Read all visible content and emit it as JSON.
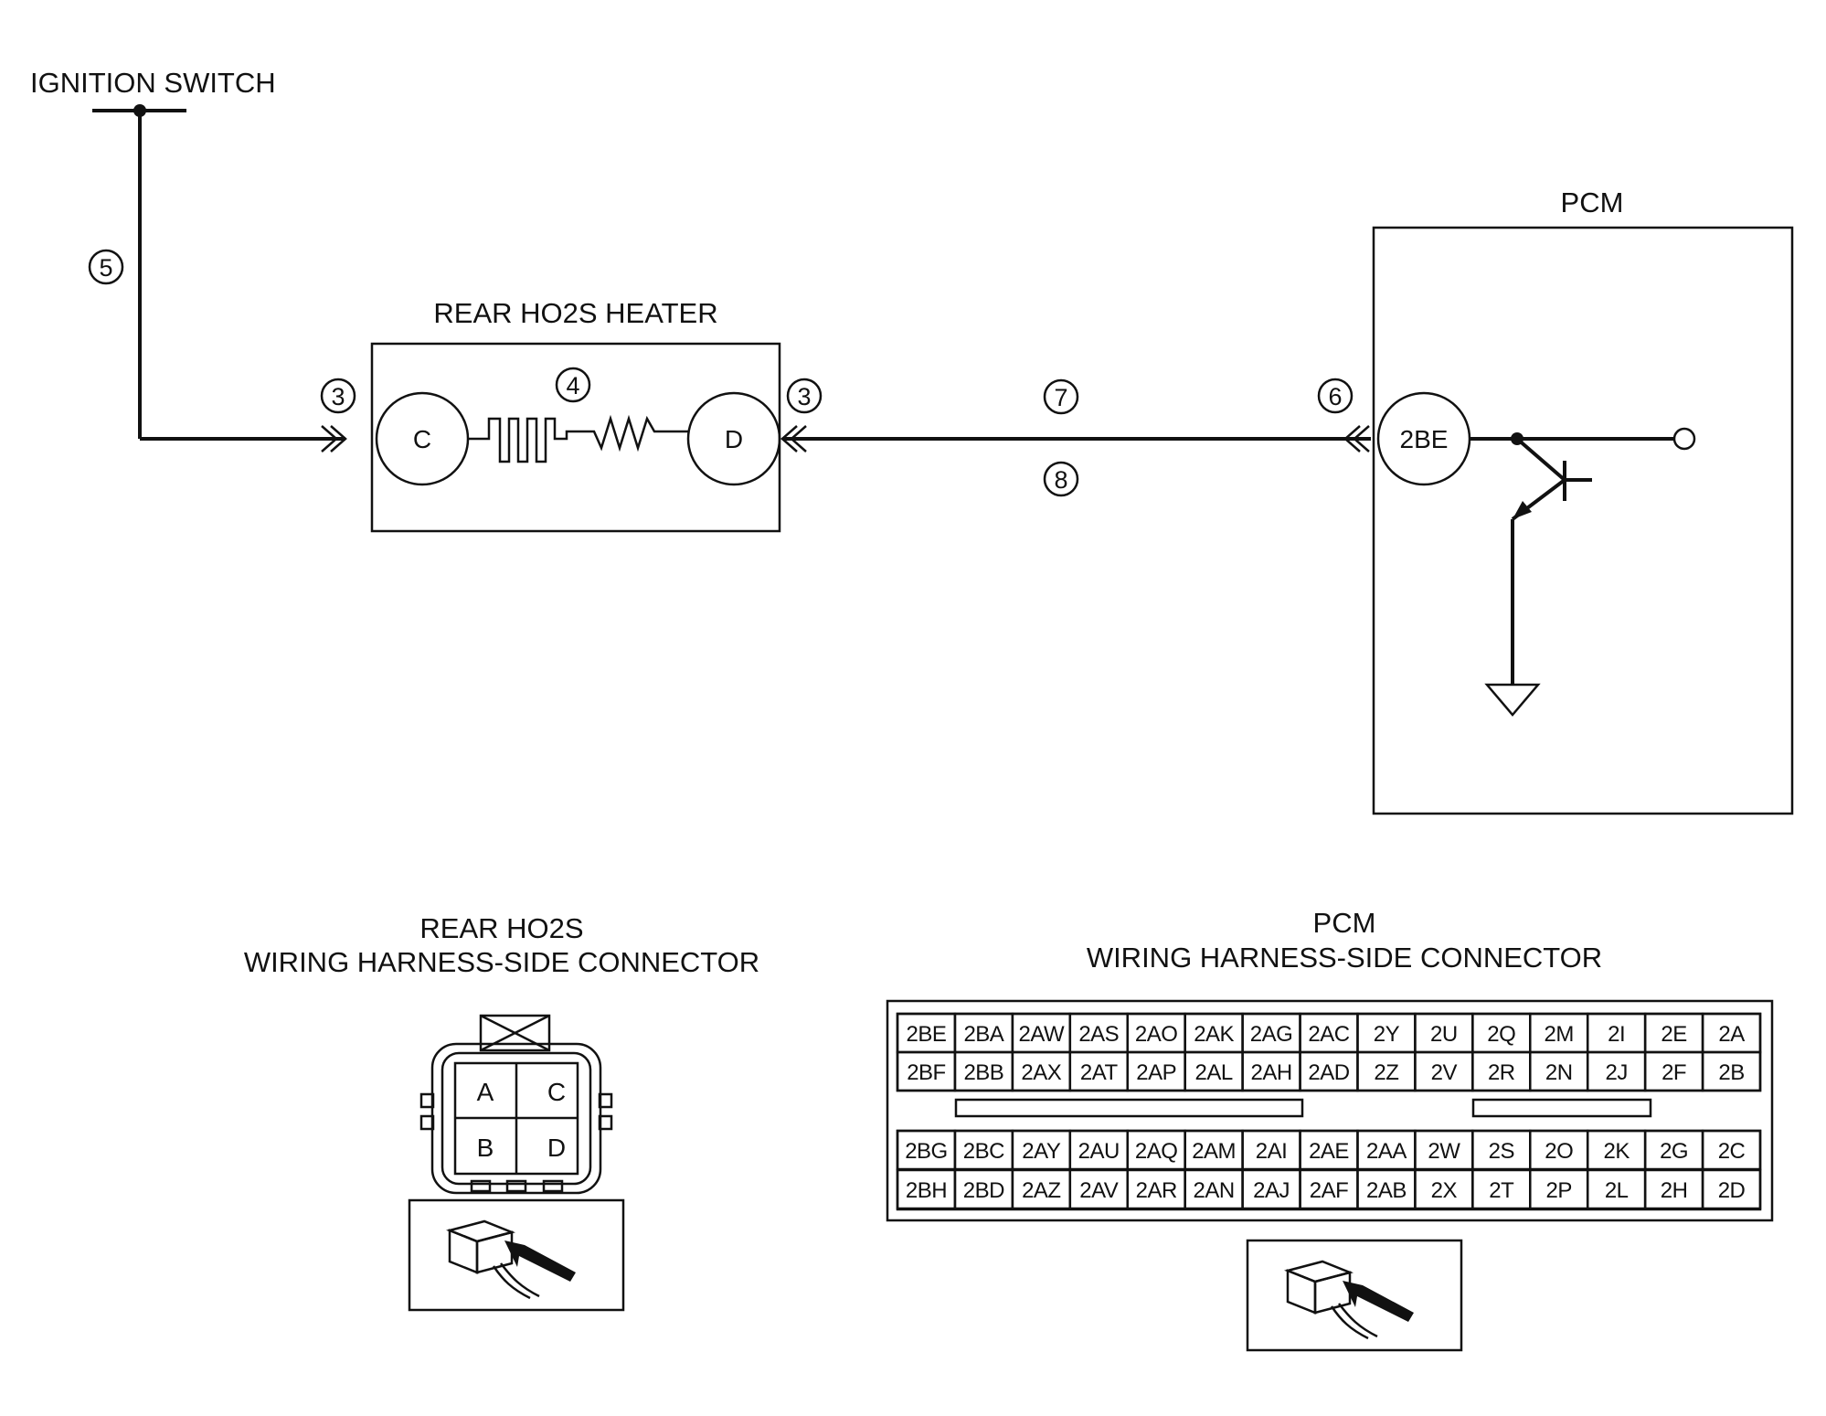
{
  "schematic": {
    "ignition_switch_label": "IGNITION SWITCH",
    "heater_label": "REAR HO2S HEATER",
    "pcm_label": "PCM",
    "pin_c": "C",
    "pin_d": "D",
    "pin_2be": "2BE",
    "callouts": {
      "c3_left": "3",
      "c3_right": "3",
      "c4": "4",
      "c5": "5",
      "c6": "6",
      "c7": "7",
      "c8": "8"
    }
  },
  "ho2s_connector": {
    "title_line1": "REAR HO2S",
    "title_line2": "WIRING HARNESS-SIDE CONNECTOR",
    "pins": [
      "A",
      "C",
      "B",
      "D"
    ]
  },
  "pcm_connector": {
    "title_line1": "PCM",
    "title_line2": "WIRING HARNESS-SIDE CONNECTOR",
    "rows": [
      [
        "2BE",
        "2BA",
        "2AW",
        "2AS",
        "2AO",
        "2AK",
        "2AG",
        "2AC",
        "2Y",
        "2U",
        "2Q",
        "2M",
        "2I",
        "2E",
        "2A"
      ],
      [
        "2BF",
        "2BB",
        "2AX",
        "2AT",
        "2AP",
        "2AL",
        "2AH",
        "2AD",
        "2Z",
        "2V",
        "2R",
        "2N",
        "2J",
        "2F",
        "2B"
      ],
      [
        "2BG",
        "2BC",
        "2AY",
        "2AU",
        "2AQ",
        "2AM",
        "2AI",
        "2AE",
        "2AA",
        "2W",
        "2S",
        "2O",
        "2K",
        "2G",
        "2C"
      ],
      [
        "2BH",
        "2BD",
        "2AZ",
        "2AV",
        "2AR",
        "2AN",
        "2AJ",
        "2AF",
        "2AB",
        "2X",
        "2T",
        "2P",
        "2L",
        "2H",
        "2D"
      ]
    ]
  }
}
